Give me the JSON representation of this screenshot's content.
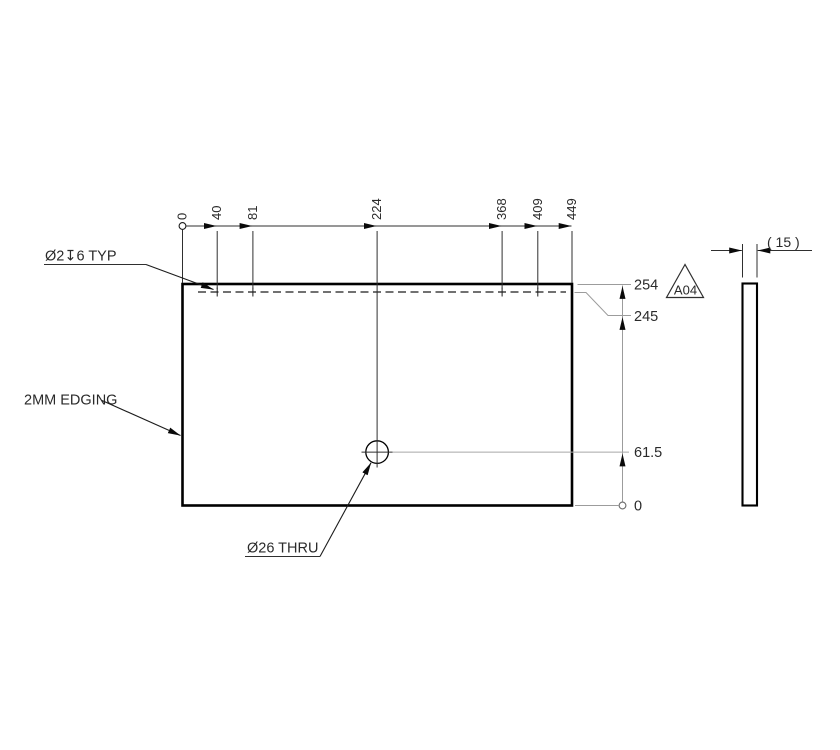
{
  "top_ordinate_dims": [
    "0",
    "40",
    "81",
    "224",
    "368",
    "409",
    "449"
  ],
  "right_ordinate_dims": [
    "254",
    "245",
    "61.5",
    "0"
  ],
  "annotations": {
    "hole_callout": "Ø2↧6 TYP",
    "edging_callout": "2MM EDGING",
    "thru_hole_callout": "Ø26 THRU",
    "flag_note": "A04",
    "thickness_ref_dim": "( 15 )"
  },
  "colors": {
    "background": "#ffffff",
    "part_outline": "#000000",
    "dim_lines": "#3c3c3c",
    "light_dim_lines": "#9c9c9c",
    "text": "#2a2a2a"
  }
}
